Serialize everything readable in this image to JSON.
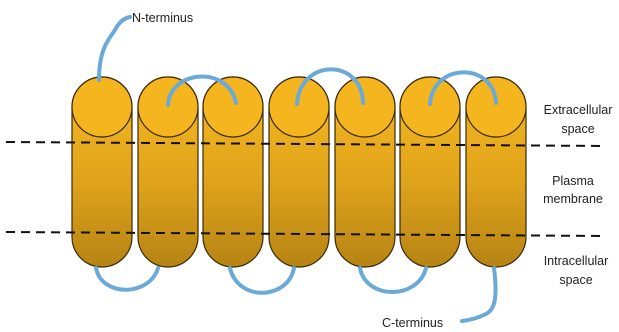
{
  "labels": {
    "n_terminus": "N-terminus",
    "c_terminus": "C-terminus",
    "extracellular_line1": "Extracellular",
    "extracellular_line2": "space",
    "membrane_line1": "Plasma",
    "membrane_line2": "membrane",
    "intracellular_line1": "Intracellular",
    "intracellular_line2": "space"
  },
  "helix_count": 7,
  "colors": {
    "helix_top": "#F3B21D",
    "helix_bottom": "#B98815",
    "helix_outline": "#3A2A05",
    "loop": "#6AA9D8",
    "membrane_line": "#111111"
  }
}
